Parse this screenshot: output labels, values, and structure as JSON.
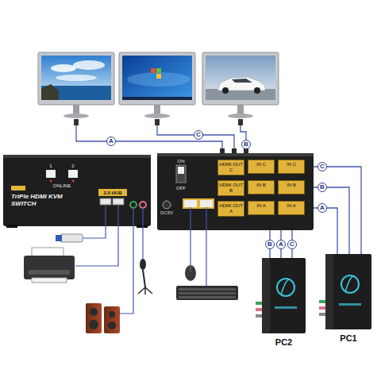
{
  "diagram": {
    "nodes": [
      {
        "text": [
          "TriPle HDMI KVM SWITCH"
        ]
      },
      {
        "text": [
          "DC5V"
        ]
      },
      {
        "text": [
          "HDMI OUT C"
        ],
        "in": 1
      },
      {
        "text": [
          "IN C"
        ],
        "in": 1
      },
      {
        "text": [
          "IN C"
        ],
        "in": 1
      },
      {
        "text": [
          "HDMI OUT B"
        ],
        "in": 1
      },
      {
        "text": [
          "IN B"
        ],
        "in": 1
      },
      {
        "text": [
          "IN B"
        ],
        "in": 1
      },
      {
        "text": [
          "HDMI OUT A"
        ],
        "in": 1
      },
      {
        "text": [
          "IN A"
        ],
        "in": 1
      },
      {
        "text": [
          "IN A"
        ],
        "in": 1
      },
      {
        "text": [
          "PC2"
        ]
      },
      {
        "text": [
          "PC1"
        ]
      }
    ],
    "edges": [
      {
        "from": 1,
        "to": 11,
        "arrow": "none",
        "label": "B"
      },
      {
        "from": 1,
        "to": 11,
        "arrow": "none",
        "label": "A"
      },
      {
        "from": 1,
        "to": 11,
        "arrow": "none",
        "label": "C"
      },
      {
        "from": 1,
        "to": 12,
        "arrow": "none",
        "label": "C"
      },
      {
        "from": 1,
        "to": 12,
        "arrow": "none",
        "label": "B"
      },
      {
        "from": 1,
        "to": 12,
        "arrow": "none",
        "label": "A"
      }
    ],
    "labels": [
      "A",
      "C",
      "B",
      "1",
      "2",
      "ONLINE",
      "2.0 HUB",
      "ON",
      "OFF"
    ]
  }
}
